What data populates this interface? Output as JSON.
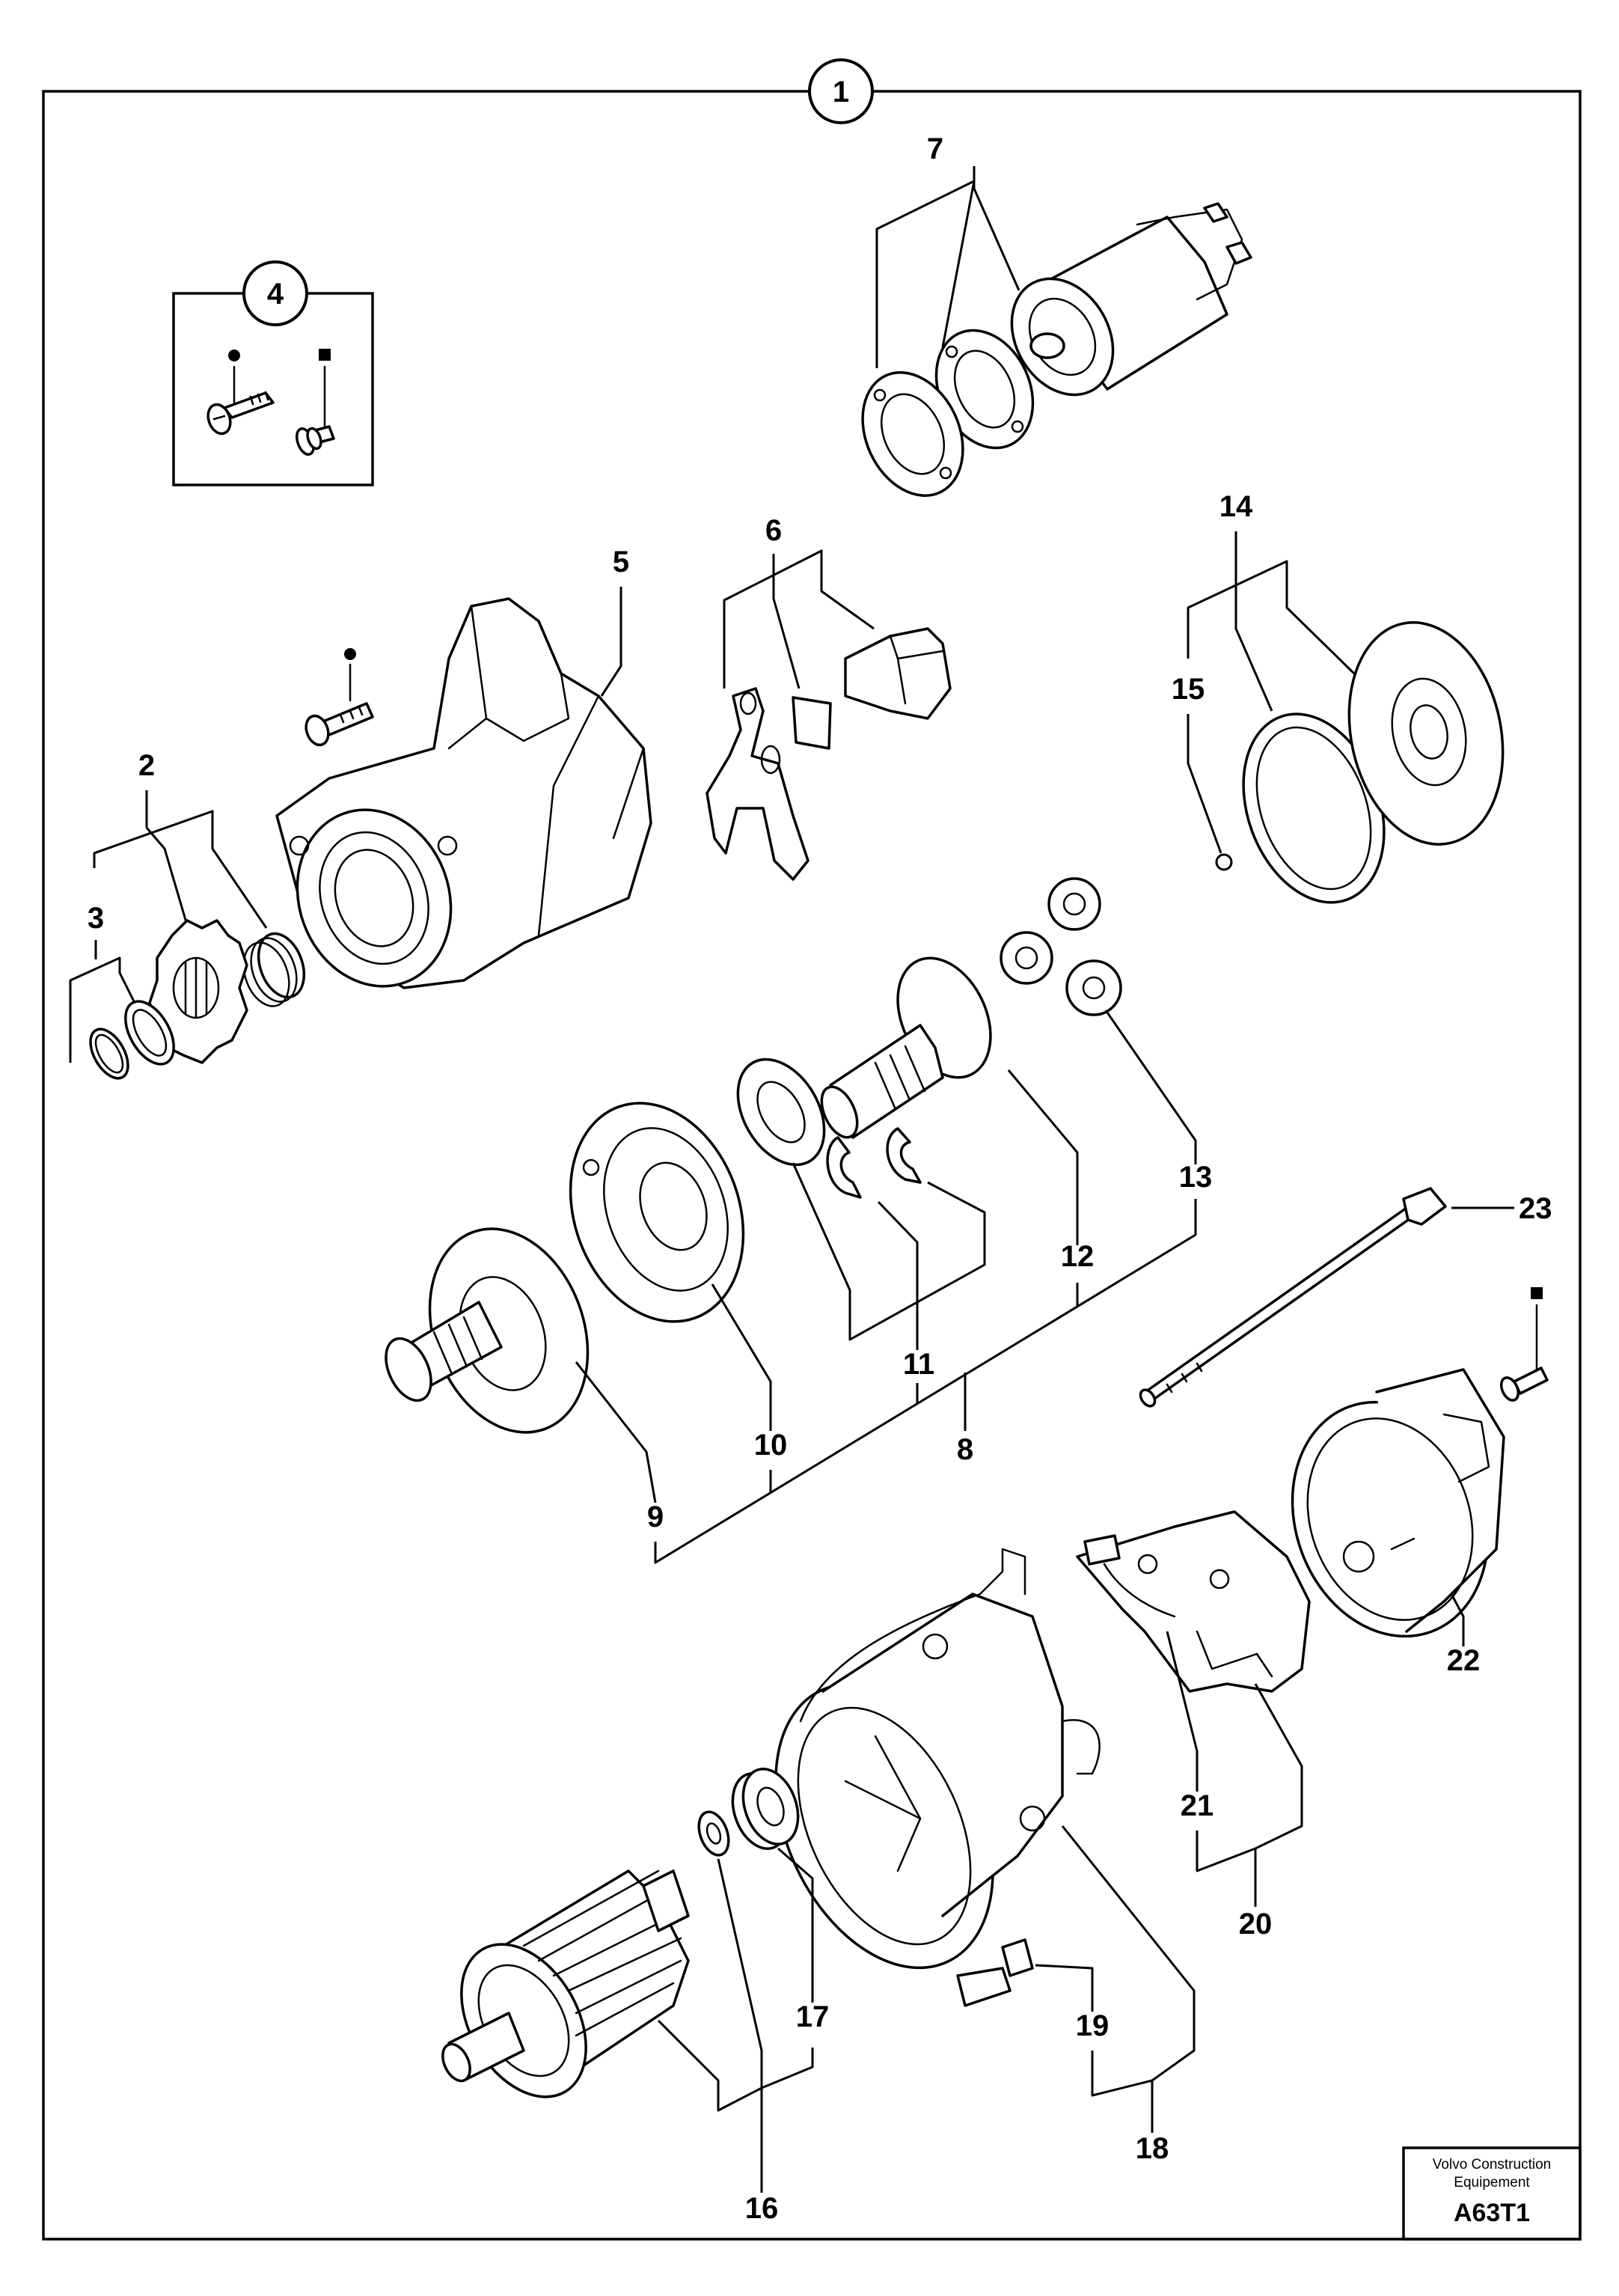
{
  "callouts": {
    "c1": "1",
    "c2": "2",
    "c3": "3",
    "c4": "4",
    "c5": "5",
    "c6": "6",
    "c7": "7",
    "c8": "8",
    "c9": "9",
    "c10": "10",
    "c11": "11",
    "c12": "12",
    "c13": "13",
    "c14": "14",
    "c15": "15",
    "c16": "16",
    "c17": "17",
    "c18": "18",
    "c19": "19",
    "c20": "20",
    "c21": "21",
    "c22": "22",
    "c23": "23"
  },
  "title_block": {
    "company_line1": "Volvo Construction",
    "company_line2": "Equipement",
    "code": "A63T1"
  }
}
